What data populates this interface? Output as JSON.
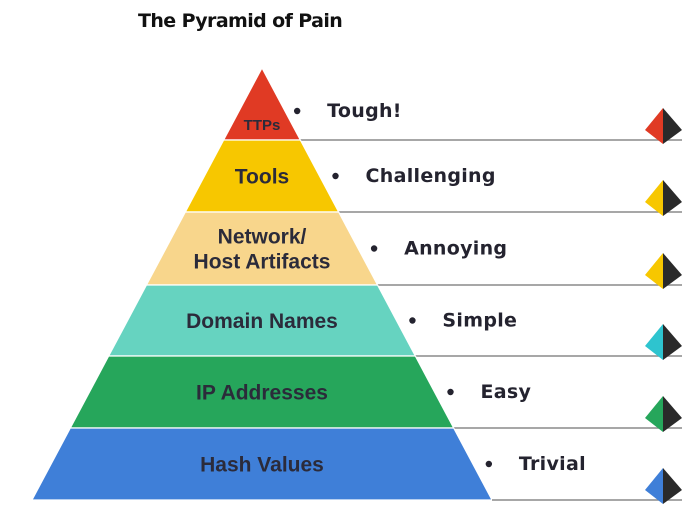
{
  "title": "The Pyramid of Pain",
  "colors": {
    "text": "#2b2b3a",
    "line": "#8a8a8a",
    "marker_dark": "#2a2a2a"
  },
  "tiers": [
    {
      "label_lines": [
        "TTPs"
      ],
      "difficulty": "Tough!",
      "color": "#e03a24",
      "marker_color": "#e03a24"
    },
    {
      "label_lines": [
        "Tools"
      ],
      "difficulty": "Challenging",
      "color": "#f7c700",
      "marker_color": "#f7c700"
    },
    {
      "label_lines": [
        "Network/",
        "Host Artifacts"
      ],
      "difficulty": "Annoying",
      "color": "#f8d68c",
      "marker_color": "#f7c700"
    },
    {
      "label_lines": [
        "Domain Names"
      ],
      "difficulty": "Simple",
      "color": "#66d3c0",
      "marker_color": "#2ec4cf"
    },
    {
      "label_lines": [
        "IP Addresses"
      ],
      "difficulty": "Easy",
      "color": "#26a65b",
      "marker_color": "#26a65b"
    },
    {
      "label_lines": [
        "Hash Values"
      ],
      "difficulty": "Trivial",
      "color": "#3f7fd8",
      "marker_color": "#3f7fd8"
    }
  ]
}
